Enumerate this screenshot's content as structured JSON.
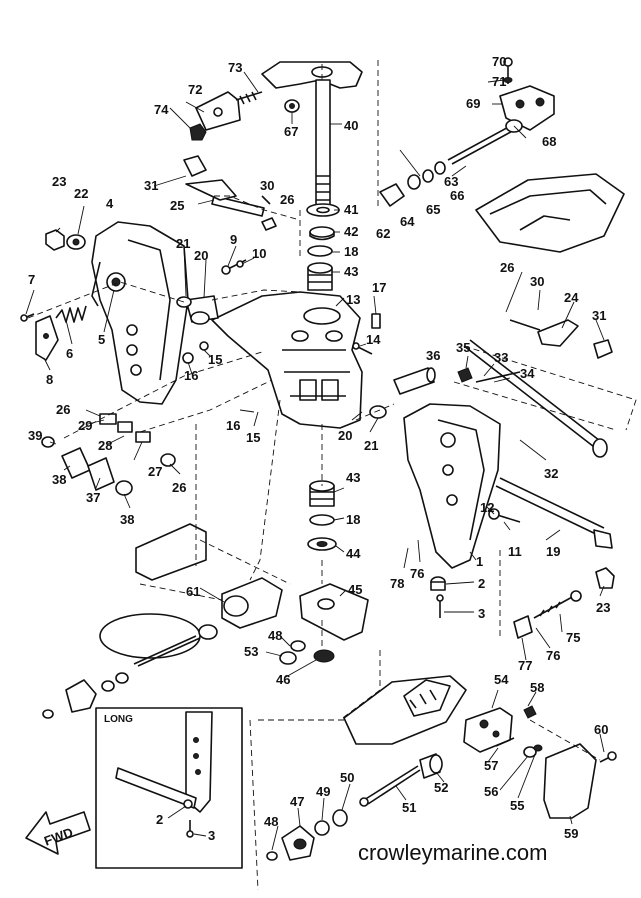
{
  "watermark": "crowleymarine.com",
  "inset_box_label": "LONG",
  "fwd_label": "FWD",
  "part_numbers": [
    "1",
    "2",
    "3",
    "4",
    "5",
    "6",
    "7",
    "8",
    "9",
    "10",
    "11",
    "12",
    "13",
    "14",
    "15",
    "16",
    "17",
    "18",
    "19",
    "20",
    "21",
    "22",
    "23",
    "24",
    "25",
    "26",
    "27",
    "28",
    "29",
    "30",
    "31",
    "32",
    "33",
    "34",
    "35",
    "36",
    "37",
    "38",
    "39",
    "40",
    "41",
    "42",
    "43",
    "44",
    "45",
    "46",
    "47",
    "48",
    "49",
    "50",
    "51",
    "52",
    "53",
    "54",
    "55",
    "56",
    "57",
    "58",
    "59",
    "60",
    "61",
    "62",
    "63",
    "64",
    "65",
    "66",
    "67",
    "68",
    "69",
    "70",
    "71",
    "72",
    "73",
    "74",
    "75",
    "76",
    "77",
    "78"
  ]
}
